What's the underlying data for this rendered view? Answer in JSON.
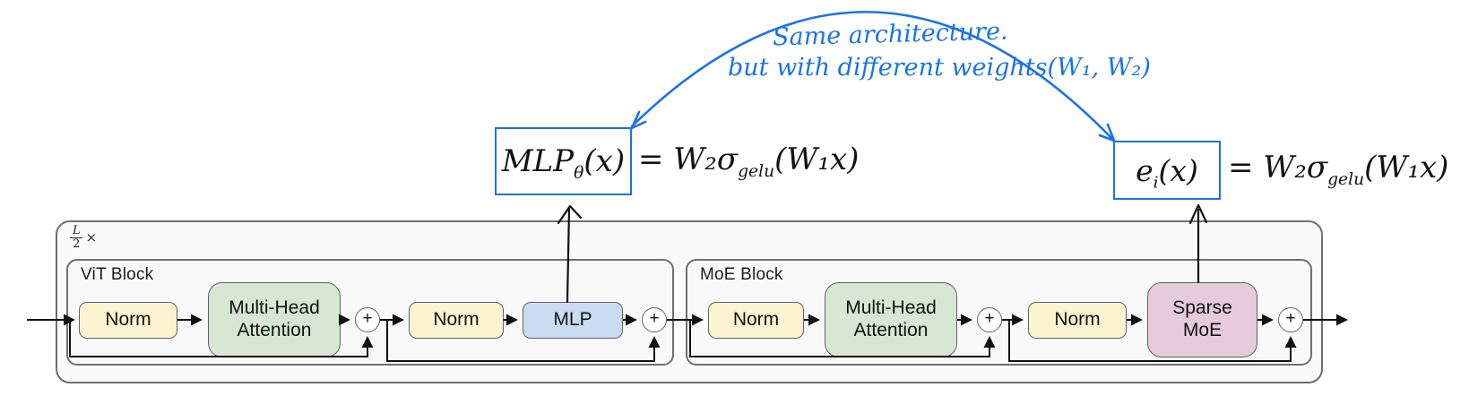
{
  "annotation": {
    "line1": "Same architecture.",
    "line2": "but with different weights(W₁, W₂)",
    "ink_color": "#1a73e8"
  },
  "formula_left": {
    "lhs_main": "MLP",
    "lhs_sub": "θ",
    "lhs_arg": "(x)",
    "rhs_pre": "= W₂σ",
    "rhs_sub": "gelu",
    "rhs_post": "(W₁x)"
  },
  "formula_right": {
    "lhs_main": "e",
    "lhs_sub": "i",
    "lhs_arg": "(x)",
    "rhs_pre": "= W₂σ",
    "rhs_sub": "gelu",
    "rhs_post": "(W₁x)"
  },
  "diagram": {
    "loop_label": {
      "numerator": "L",
      "denominator": "2",
      "times": "×"
    },
    "vit_block": {
      "title": "ViT Block",
      "norm1": "Norm",
      "attention": "Multi-Head Attention",
      "norm2": "Norm",
      "mlp": "MLP"
    },
    "moe_block": {
      "title": "MoE Block",
      "norm1": "Norm",
      "attention": "Multi-Head Attention",
      "norm2": "Norm",
      "sparse_moe": "Sparse MoE"
    },
    "sum_symbol": "+"
  },
  "colors": {
    "norm_fill": "#fcf3d1",
    "attention_fill": "#d7e7d3",
    "mlp_fill": "#c9dcf1",
    "sparse_moe_fill": "#e6ccdb",
    "container_border": "#6f6f6f",
    "node_border": "#5f6368",
    "wire": "#111111",
    "annotation_blue": "#1a73e8"
  }
}
